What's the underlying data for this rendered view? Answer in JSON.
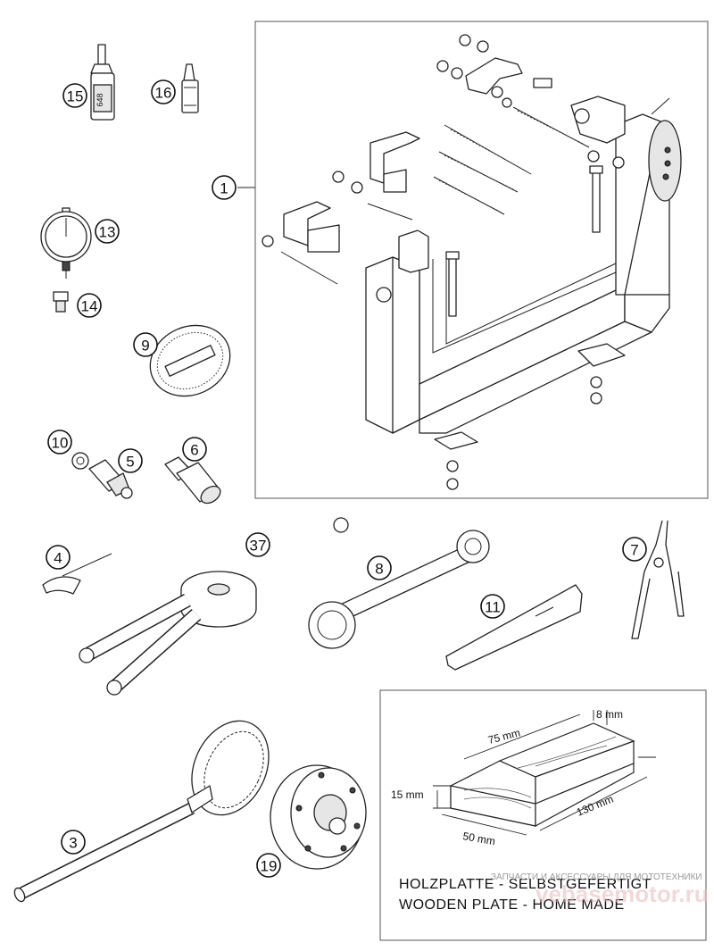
{
  "callouts": [
    {
      "id": "c1",
      "label": "1"
    },
    {
      "id": "c3",
      "label": "3"
    },
    {
      "id": "c4",
      "label": "4"
    },
    {
      "id": "c5",
      "label": "5"
    },
    {
      "id": "c6",
      "label": "6"
    },
    {
      "id": "c7",
      "label": "7"
    },
    {
      "id": "c8",
      "label": "8"
    },
    {
      "id": "c9",
      "label": "9"
    },
    {
      "id": "c10",
      "label": "10"
    },
    {
      "id": "c11",
      "label": "11"
    },
    {
      "id": "c13",
      "label": "13"
    },
    {
      "id": "c14",
      "label": "14"
    },
    {
      "id": "c15",
      "label": "15"
    },
    {
      "id": "c16",
      "label": "16"
    },
    {
      "id": "c19",
      "label": "19"
    },
    {
      "id": "c37",
      "label": "37"
    }
  ],
  "bottle_label": "648",
  "wooden_plate": {
    "dim_top": "8 mm",
    "dim_length_top": "75 mm",
    "dim_height": "15 mm",
    "dim_right": "130 mm",
    "dim_bottom": "50 mm",
    "caption_de": "HOLZPLATTE - SELBSTGEFERTIGT",
    "caption_en": "WOODEN PLATE - HOME MADE"
  },
  "watermark": {
    "small": "ЗАПЧАСТИ И АКСЕССУАРЫ ДЛЯ МОТОТЕХНИКИ",
    "big": "vebasemotor.ru"
  }
}
